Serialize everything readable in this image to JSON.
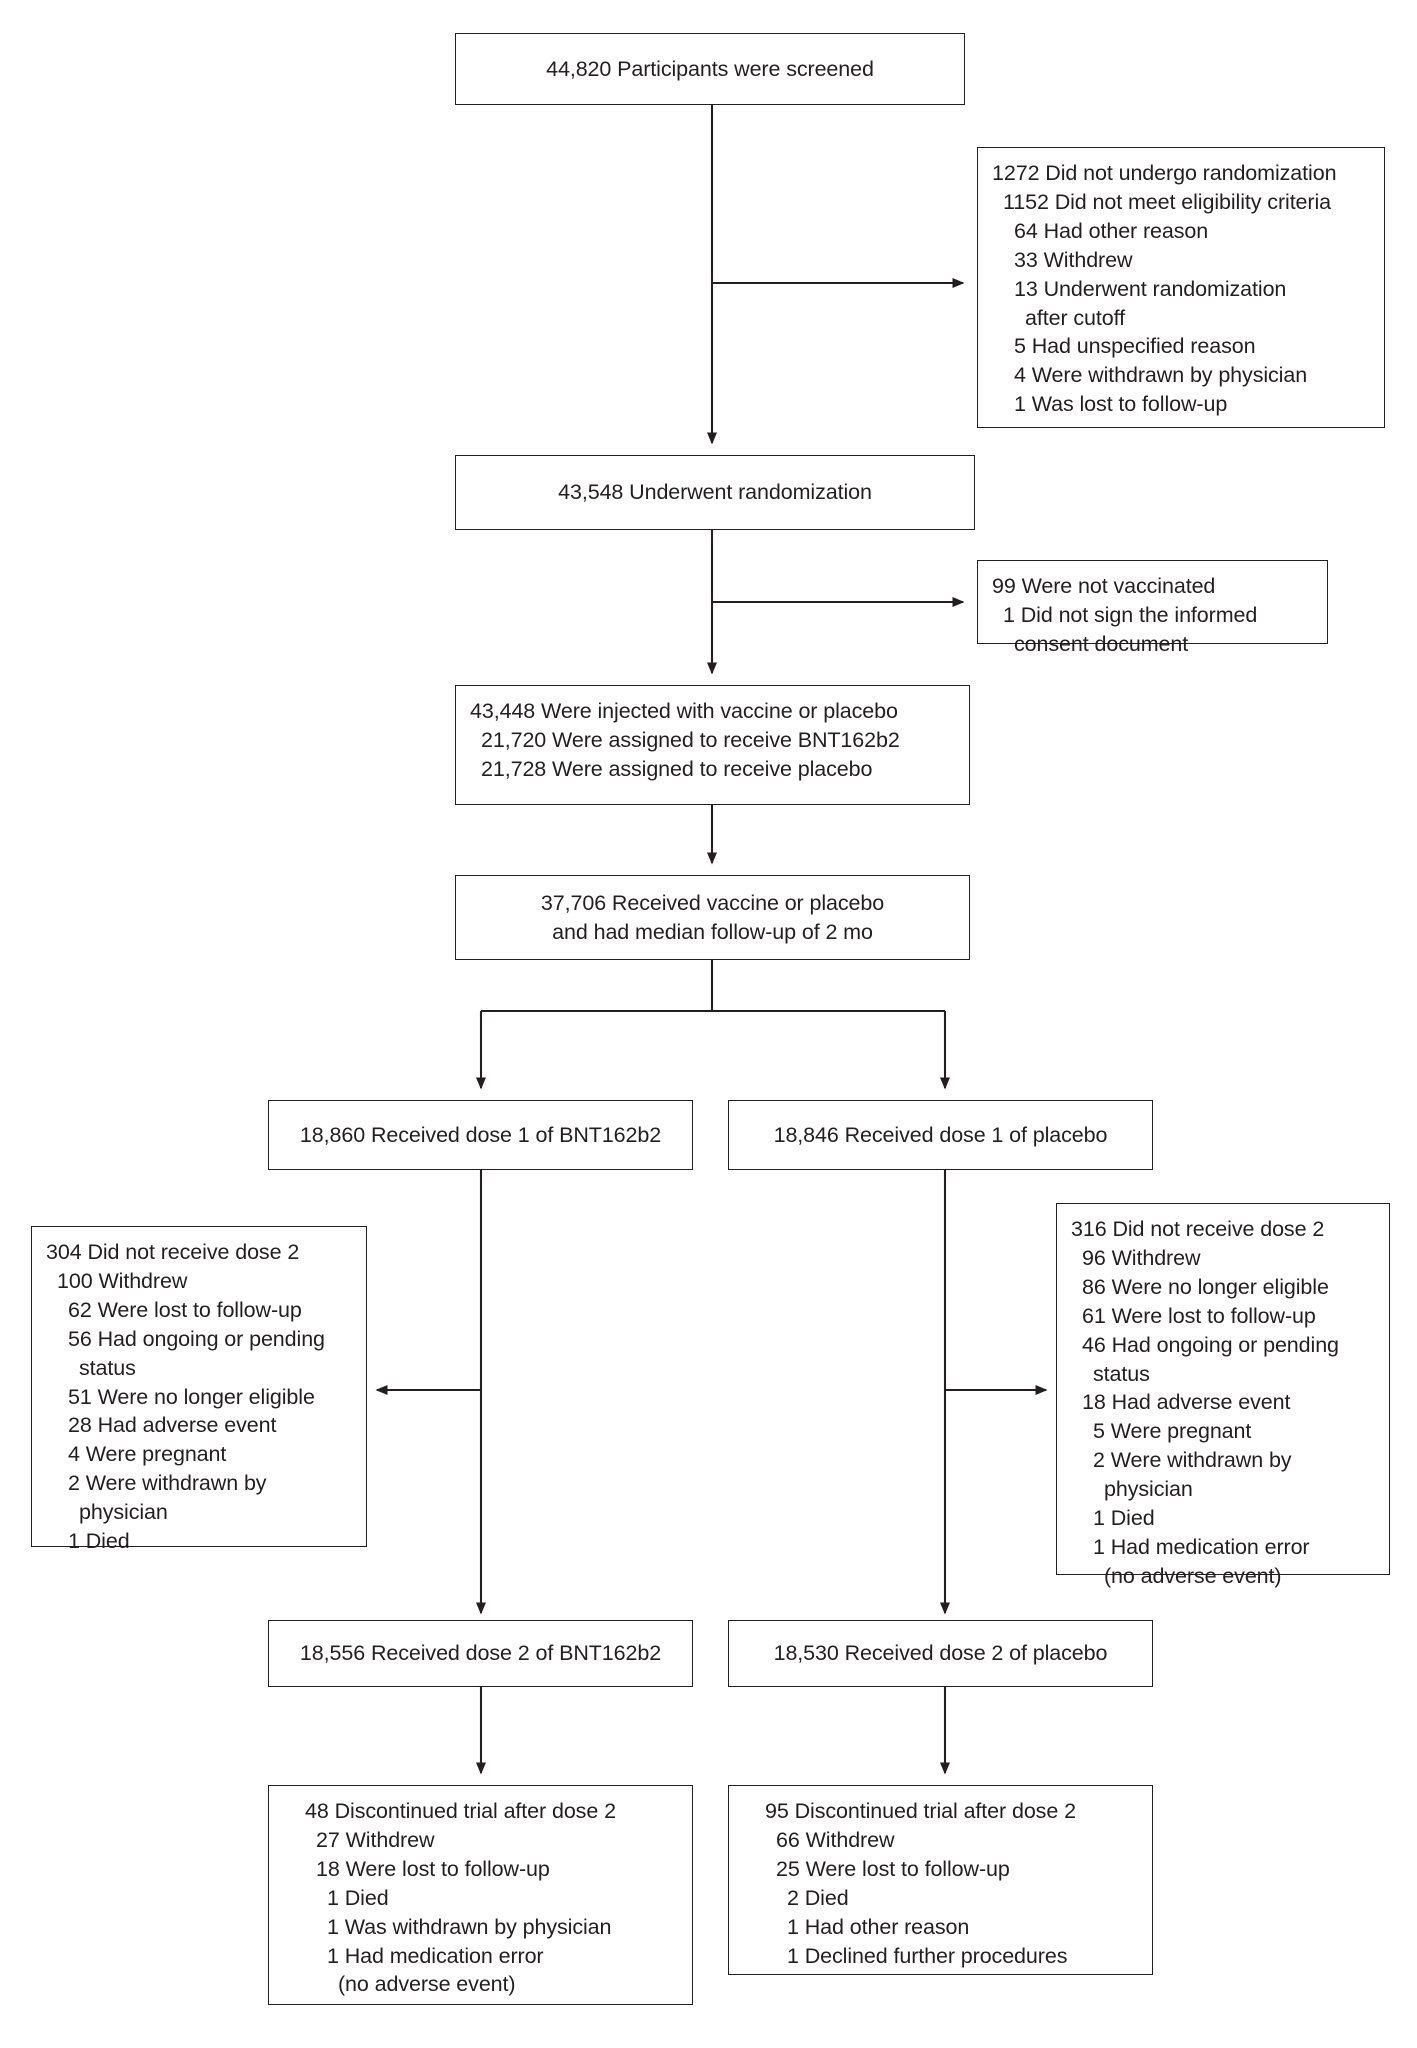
{
  "diagram": {
    "title": "Randomization, Dose Administration, and Follow-up of Trial Participants",
    "type": "consort-flow-diagram",
    "colors": {
      "stroke": "#231f20",
      "background": "#ffffff",
      "text": "#231f20"
    }
  },
  "nodes": {
    "screened": {
      "lines": [
        "44,820 Participants were screened"
      ]
    },
    "not_randomized": {
      "lines": [
        "1272 Did not undergo randomization",
        "1152 Did not meet eligibility criteria",
        "64 Had other reason",
        "33 Withdrew",
        "13 Underwent randomization",
        "after cutoff",
        "5 Had unspecified reason",
        "4 Were withdrawn by physician",
        "1 Was lost to follow-up"
      ]
    },
    "randomized": {
      "lines": [
        "43,548 Underwent randomization"
      ]
    },
    "not_vaccinated": {
      "lines": [
        "99 Were not vaccinated",
        "1 Did not sign the informed",
        "consent document"
      ]
    },
    "injected": {
      "lines": [
        "43,448 Were injected with vaccine or placebo",
        "21,720 Were assigned to receive BNT162b2",
        "21,728 Were assigned to receive placebo"
      ]
    },
    "received_followup": {
      "lines": [
        "37,706 Received vaccine or placebo",
        "and had median follow-up of 2 mo"
      ]
    },
    "dose1_vaccine": {
      "lines": [
        "18,860 Received dose 1 of BNT162b2"
      ]
    },
    "dose1_placebo": {
      "lines": [
        "18,846 Received dose 1 of placebo"
      ]
    },
    "no_dose2_vaccine": {
      "lines": [
        "304 Did not receive dose 2",
        "100 Withdrew",
        "62 Were lost to follow-up",
        "56 Had ongoing or pending",
        "status",
        "51 Were no longer eligible",
        "28 Had adverse event",
        "4 Were pregnant",
        "2 Were withdrawn by",
        "physician",
        "1 Died"
      ]
    },
    "no_dose2_placebo": {
      "lines": [
        "316 Did not receive dose 2",
        "96 Withdrew",
        "86 Were no longer eligible",
        "61 Were lost to follow-up",
        "46 Had ongoing or pending",
        "status",
        "18 Had adverse event",
        "5 Were pregnant",
        "2 Were withdrawn by",
        "physician",
        "1 Died",
        "1 Had medication error",
        "(no adverse event)"
      ]
    },
    "dose2_vaccine": {
      "lines": [
        "18,556 Received dose 2 of BNT162b2"
      ]
    },
    "dose2_placebo": {
      "lines": [
        "18,530 Received dose 2 of placebo"
      ]
    },
    "discontinued_vaccine": {
      "lines": [
        "48 Discontinued trial after dose 2",
        "27 Withdrew",
        "18 Were lost to follow-up",
        "1 Died",
        "1 Was withdrawn by physician",
        "1 Had medication error",
        "(no adverse event)"
      ]
    },
    "discontinued_placebo": {
      "lines": [
        "95 Discontinued trial after dose 2",
        "66 Withdrew",
        "25 Were lost to follow-up",
        "2 Died",
        "1 Had other reason",
        "1 Declined further procedures"
      ]
    }
  }
}
